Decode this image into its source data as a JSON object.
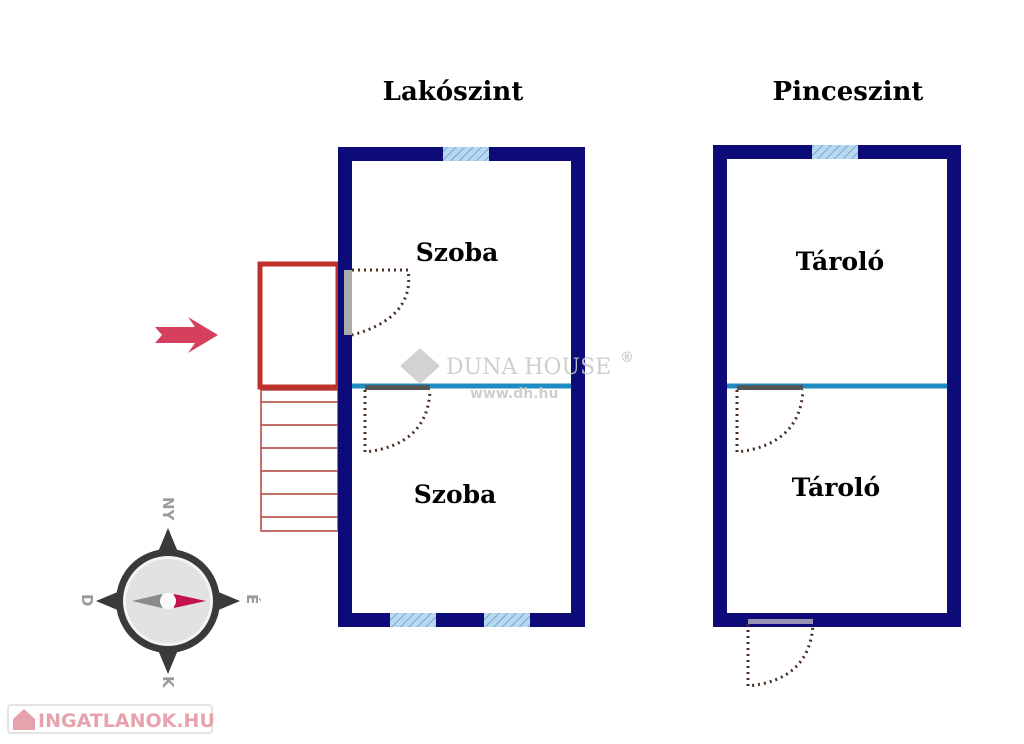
{
  "levels": [
    {
      "title": "Lakószint",
      "rooms": [
        "Szoba",
        "Szoba"
      ]
    },
    {
      "title": "Pinceszint",
      "rooms": [
        "Tároló",
        "Tároló"
      ]
    }
  ],
  "compass": {
    "north": "NY",
    "east": "É",
    "south": "K",
    "west": "D"
  },
  "watermark": {
    "brand": "DUNA HOUSE",
    "registered": "®",
    "url": "www.dh.hu"
  },
  "footer_logo": "INGATLANOK.HU",
  "colors": {
    "wall": "#0d0b78",
    "divider": "#1f8bc2",
    "window": "#9cc7e6",
    "entry": "#c0302b",
    "arrow": "#d6405f",
    "compass_needle": "#c2124e"
  }
}
